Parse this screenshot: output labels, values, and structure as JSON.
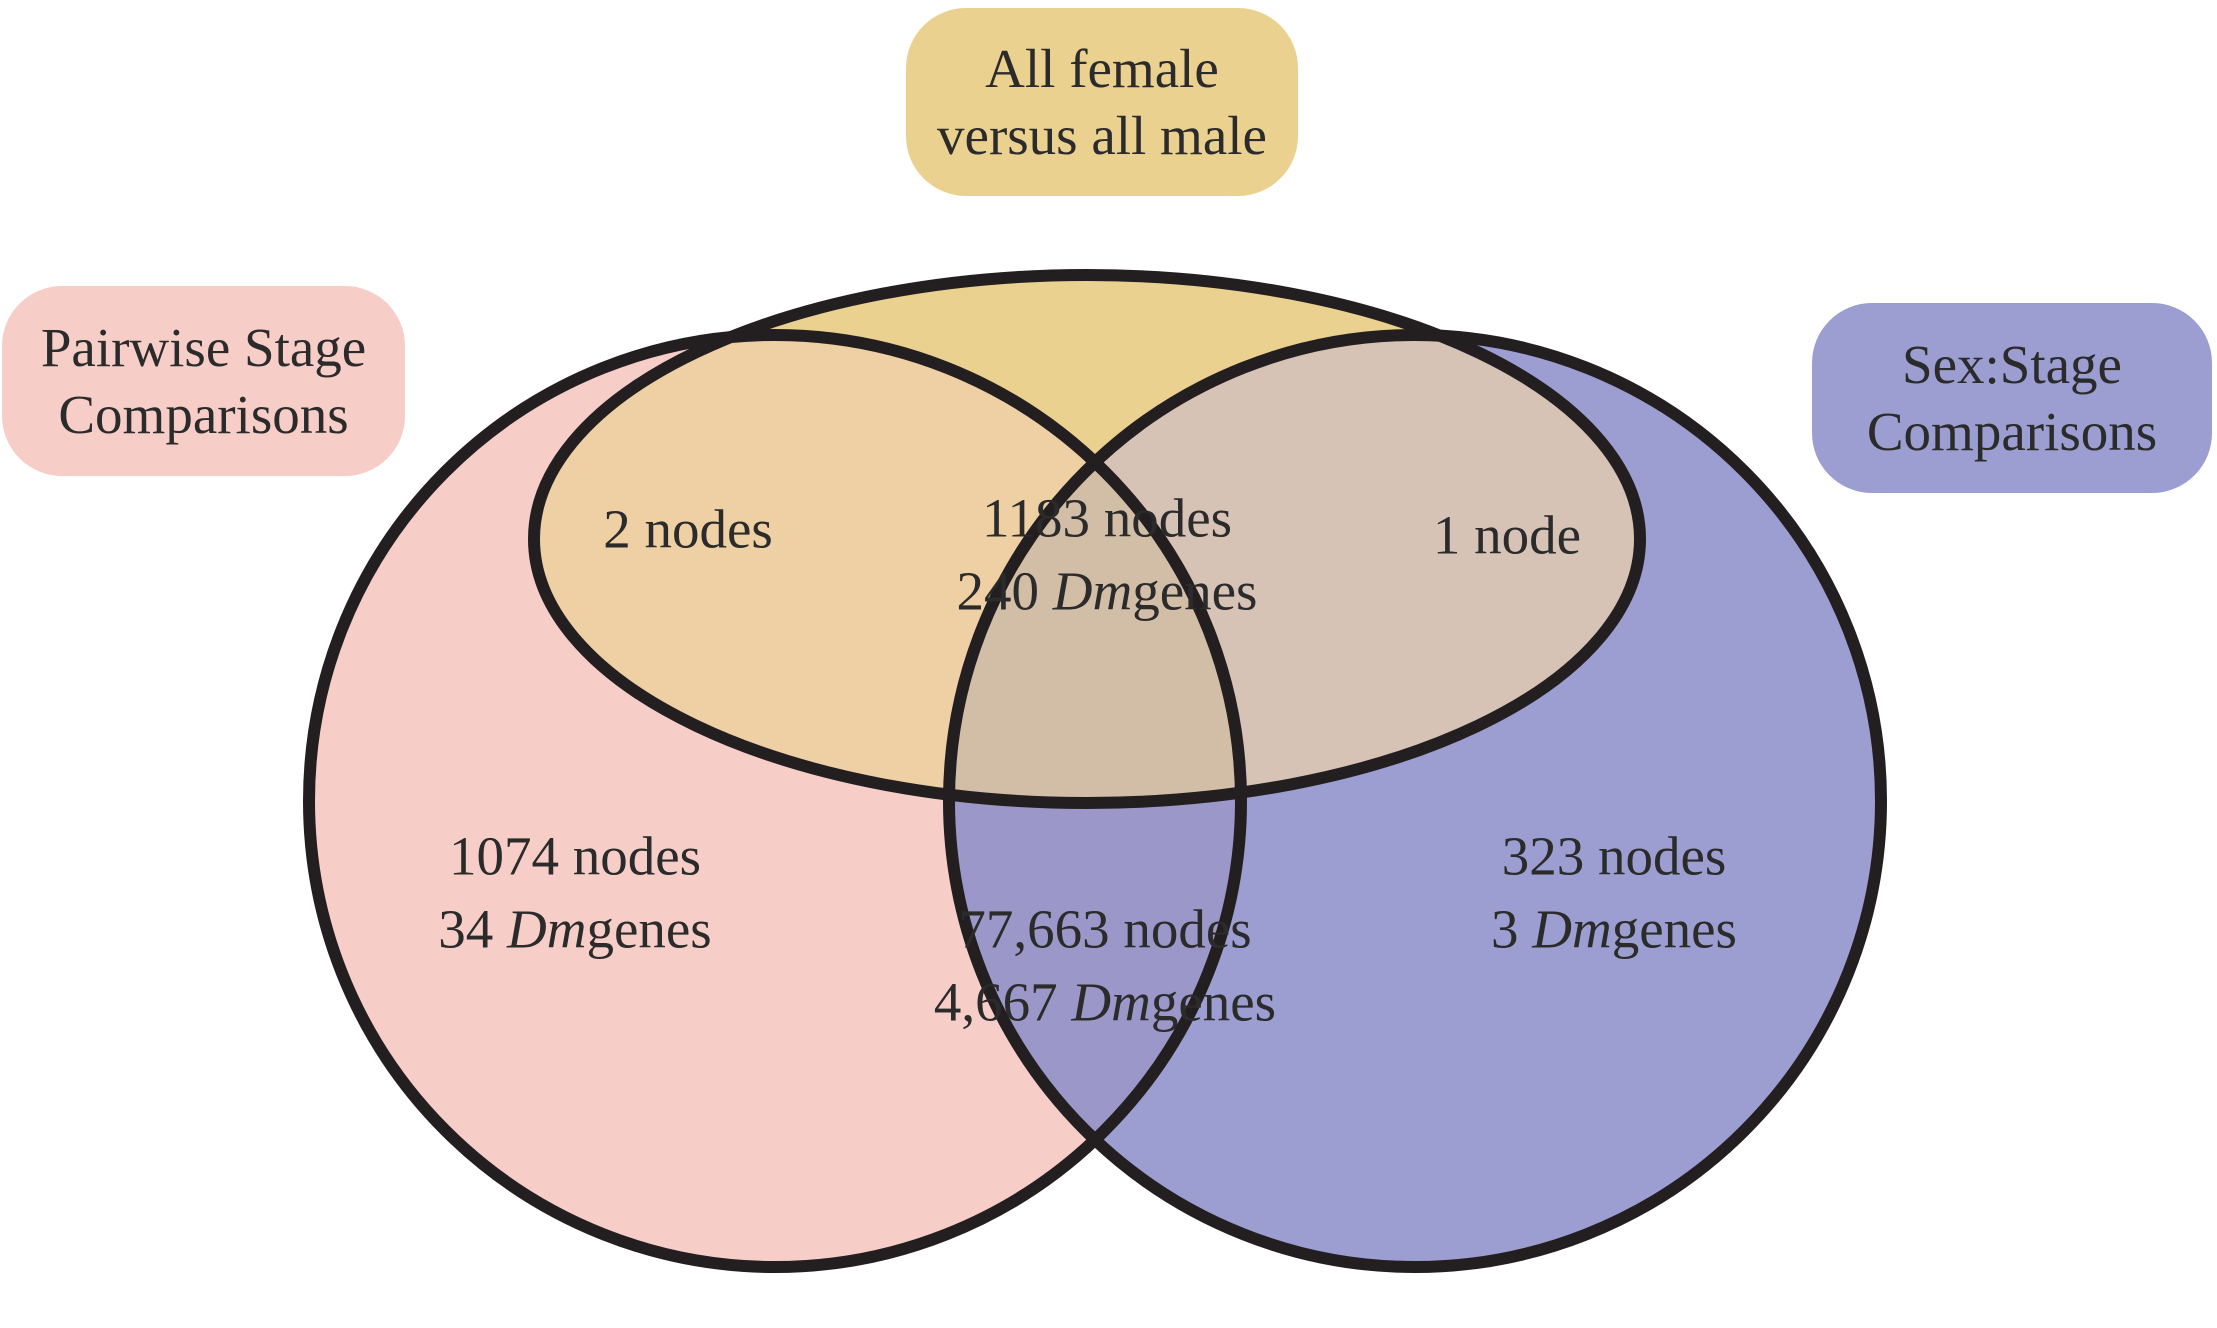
{
  "colors": {
    "pairwise": "#f7cdc8",
    "sex_stage": "#9c9dd0",
    "female_male": "#ebd18f",
    "female_male_pairwise": "#eed0a4",
    "female_male_sex_stage": "#d7c2b6",
    "all_three": "#d2bda7",
    "pairwise_sex_stage": "#9c97c9",
    "outline": "#231f20",
    "text": "#2b2b2b"
  },
  "sets": {
    "female_male": {
      "line1": "All female",
      "line2": "versus all male"
    },
    "pairwise": {
      "line1": "Pairwise Stage",
      "line2": "Comparisons"
    },
    "sex_stage": {
      "line1": "Sex:Stage",
      "line2": "Comparisons"
    }
  },
  "regions": {
    "female_male_pairwise_only": {
      "nodes": "2 nodes"
    },
    "all_three": {
      "nodes": "1183 nodes",
      "genes_count": "240",
      "genes_species": "Dm",
      "genes_suffix": "genes"
    },
    "female_male_sex_stage_only": {
      "nodes": "1 node"
    },
    "pairwise_only": {
      "nodes": "1074 nodes",
      "genes_count": "34",
      "genes_species": "Dm",
      "genes_suffix": "genes"
    },
    "pairwise_sex_stage": {
      "nodes": "77,663 nodes",
      "genes_count": "4,667",
      "genes_species": "Dm",
      "genes_suffix": "genes"
    },
    "sex_stage_only": {
      "nodes": "323 nodes",
      "genes_count": "3",
      "genes_species": "Dm",
      "genes_suffix": "genes"
    }
  }
}
